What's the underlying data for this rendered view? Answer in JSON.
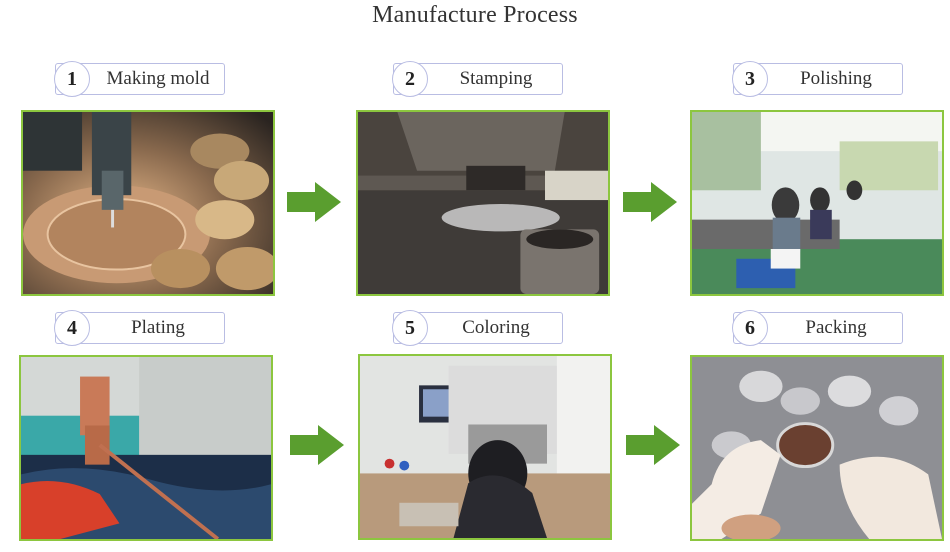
{
  "title": "Manufacture Process",
  "accent_color": "#5a9e2f",
  "border_color": "#8cc63f",
  "steps": [
    {
      "number": "1",
      "label": "Making mold"
    },
    {
      "number": "2",
      "label": "Stamping"
    },
    {
      "number": "3",
      "label": "Polishing"
    },
    {
      "number": "4",
      "label": "Plating"
    },
    {
      "number": "5",
      "label": "Coloring"
    },
    {
      "number": "6",
      "label": "Packing"
    }
  ]
}
